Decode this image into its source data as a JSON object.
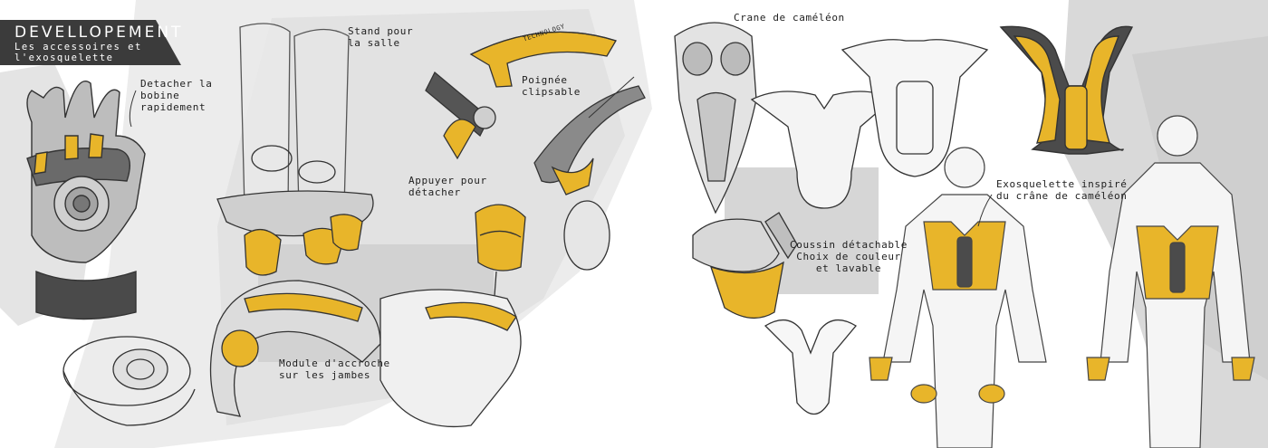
{
  "title": {
    "main": "DEVELLOPEMENT",
    "subtitle": "Les accessoires et\nl'exosquelette"
  },
  "annotations": {
    "detach_coil": "Detacher la\nbobine\nrapidement",
    "room_stand": "Stand pour\nla salle",
    "brand_mark": "TECHNOLOGY",
    "clip_handle": "Poignée\nclipsable",
    "press_detach": "Appuyer pour\ndétacher",
    "leg_module": "Module d'accroche\nsur les jambes",
    "chameleon_skull": "Crane de caméléon",
    "cushion": "Coussin détachable\nChoix de couleur\net lavable",
    "exo_inspired": "Exosquelette inspiré\ndu crâne de caméléon"
  },
  "colors": {
    "accent_yellow": "#e8b52a",
    "dark_grey": "#3b3b3b",
    "mid_grey": "#8a8a8a",
    "light_grey": "#d8d8d8",
    "panel_grey": "#e2e2e2"
  }
}
